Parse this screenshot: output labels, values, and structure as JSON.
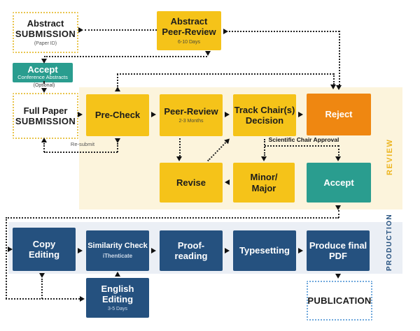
{
  "colors": {
    "yellow": "#F5C319",
    "orange": "#EF8711",
    "teal": "#2A9D8F",
    "dark_blue": "#25517F",
    "review_bg": "#FCF4DC",
    "production_bg": "#EBEFF5",
    "review_label_color": "#EDB51F",
    "production_label_color": "#25517F"
  },
  "diagram": {
    "review_section_label": "REVIEW",
    "production_section_label": "PRODUCTION",
    "boxes": {
      "abstract_submission": {
        "line1": "Abstract",
        "line2": "SUBMISSION",
        "sub": "(Paper ID)"
      },
      "abstract_peer_review": {
        "line1": "Abstract",
        "line2": "Peer-Review",
        "sub": "6-10 Days"
      },
      "accept_conference": {
        "line1": "Accept",
        "line2": "Conference Abstracts"
      },
      "full_paper_submission": {
        "line1": "Full Paper",
        "line2": "SUBMISSION"
      },
      "pre_check": {
        "line1": "Pre-Check"
      },
      "peer_review": {
        "line1": "Peer-Review",
        "sub": "2-3 Months"
      },
      "track_chair_decision": {
        "line1": "Track Chair(s)",
        "line2": "Decision"
      },
      "reject": {
        "line1": "Reject"
      },
      "revise": {
        "line1": "Revise"
      },
      "minor_major": {
        "line1": "Minor/",
        "line2": "Major"
      },
      "accept": {
        "line1": "Accept"
      },
      "copy_editing": {
        "line1": "Copy",
        "line2": "Editing"
      },
      "similarity_check": {
        "line1": "Similarity Check",
        "sub": "iThenticate"
      },
      "proof_reading": {
        "line1": "Proof-",
        "line2": "reading"
      },
      "typesetting": {
        "line1": "Typesetting"
      },
      "produce_final_pdf": {
        "line1": "Produce final",
        "line2": "PDF"
      },
      "english_editing": {
        "line1": "English",
        "line2": "Editing",
        "sub": "3-5 Days"
      },
      "publication": {
        "line1": "PUBLICATION"
      }
    },
    "labels": {
      "optional": "(Optional)",
      "resubmit": "Re-submit",
      "scientific_chair_approval": "Scientific Chair Approval"
    }
  }
}
